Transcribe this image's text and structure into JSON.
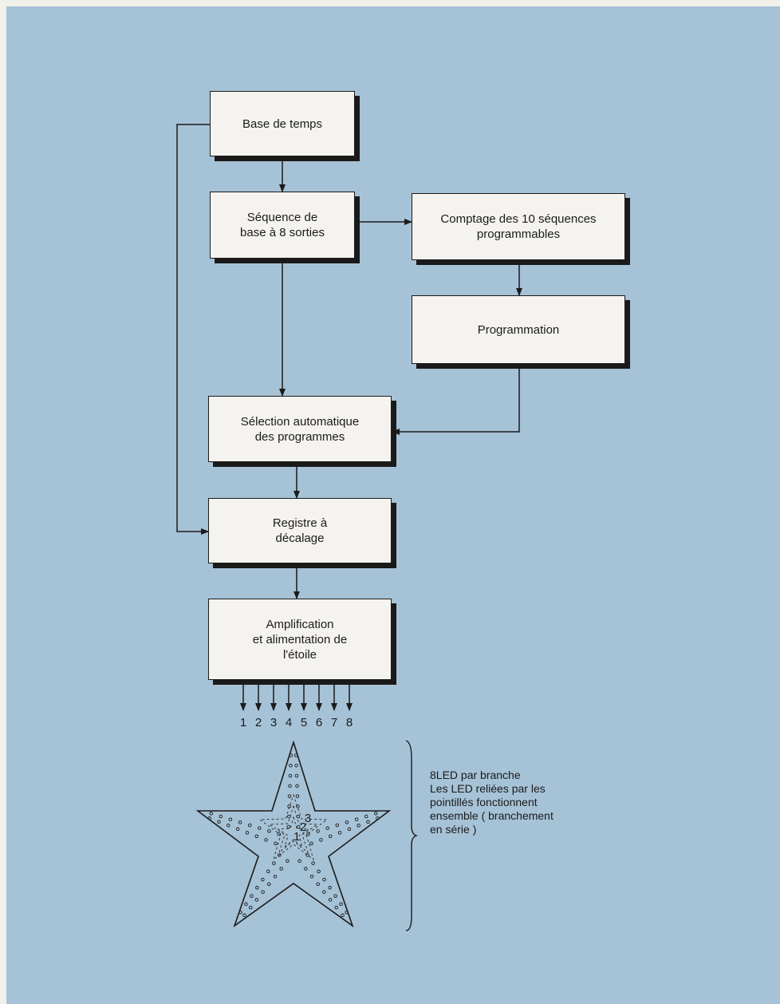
{
  "blocks": {
    "base_temps": [
      "Base de temps"
    ],
    "sequence_base": [
      "Séquence de",
      "base à 8 sorties"
    ],
    "comptage": [
      "Comptage des 10 séquences",
      "programmables"
    ],
    "programmation": [
      "Programmation"
    ],
    "selection": [
      "Sélection automatique",
      "des programmes"
    ],
    "registre": [
      "Registre à",
      "décalage"
    ],
    "amplification": [
      "Amplification",
      "et alimentation de",
      "l'étoile"
    ]
  },
  "outputs": [
    "1",
    "2",
    "3",
    "4",
    "5",
    "6",
    "7",
    "8"
  ],
  "star_rings": [
    "1",
    "2",
    "3"
  ],
  "note": [
    "8LED par branche",
    "Les LED reliées par les",
    "pointillés fonctionnent",
    "ensemble ( branchement",
    "en série )"
  ],
  "colors": {
    "panel": "#a6c2d6",
    "box": "#f5f3ef",
    "ink": "#1b1b1b"
  }
}
